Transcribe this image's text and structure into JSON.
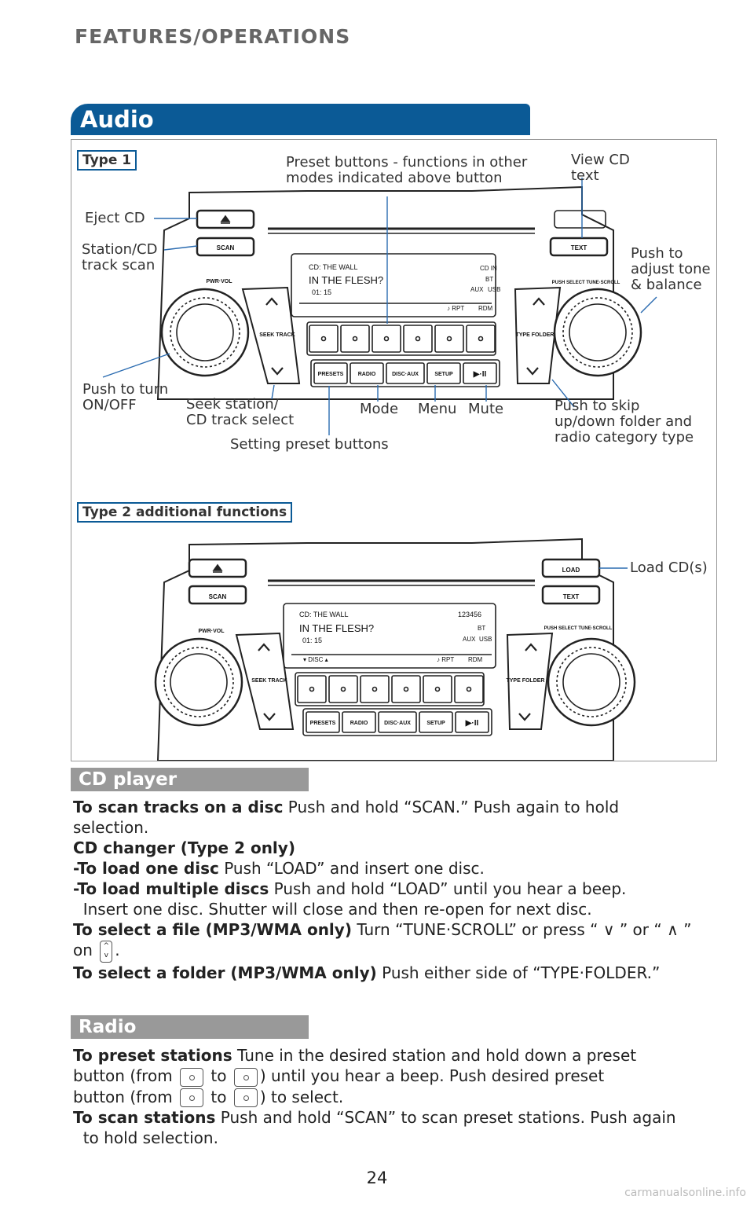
{
  "header": {
    "title": "FEATURES/OPERATIONS"
  },
  "audio": {
    "title": "Audio",
    "type1_label": "Type 1",
    "type2_label": "Type 2 additional functions",
    "labels": {
      "eject": "Eject CD",
      "scan": "Station/CD\ntrack scan",
      "preset": "Preset buttons - functions in other\nmodes indicated above button",
      "view_text": "View CD\ntext",
      "tone": "Push to\nadjust tone\n& balance",
      "power": "Push to turn\nON/OFF",
      "seek": "Seek station/\nCD track select",
      "mode": "Mode",
      "menu": "Menu",
      "mute": "Mute",
      "skip": "Push to skip\nup/down folder and\nradio category type",
      "setting": "Setting preset buttons",
      "load": "Load CD(s)"
    },
    "unit": {
      "btn_eject": "⏏",
      "btn_scan": "SCAN",
      "btn_text": "TEXT",
      "btn_load": "LOAD",
      "knob_left": "PWR·VOL",
      "knob_right": "PUSH SELECT TUNE·SCROLL",
      "seek": "SEEK TRACK",
      "type_folder": "TYPE FOLDER",
      "display_line1": "CD: THE WALL",
      "display_line2": "IN THE FLESH?",
      "display_time": "01: 15",
      "badge_cdin": "CD IN",
      "badge_bt": "BT",
      "badge_aux": "AUX",
      "badge_usb": "USB",
      "rpt": "♪ RPT",
      "rdm": "RDM",
      "disc": "▾ DISC ▴",
      "discs": "123456",
      "mode_buttons": [
        "PRESETS",
        "RADIO",
        "DISC·AUX",
        "SETUP",
        "▶·II"
      ]
    }
  },
  "cd_player": {
    "title": "CD player",
    "lines": [
      {
        "bold": "To scan tracks on a disc",
        "text": " Push and hold “SCAN.” Push again to hold"
      },
      {
        "bold": "",
        "text": "selection."
      },
      {
        "bold": "CD changer (Type 2 only)",
        "text": ""
      },
      {
        "bold": "-To load one disc",
        "text": " Push “LOAD” and insert one disc."
      },
      {
        "bold": "-To load multiple discs",
        "text": " Push and hold “LOAD” until you hear a beep."
      },
      {
        "bold": "",
        "text": "  Insert one disc. Shutter will close and then re-open for next disc."
      },
      {
        "bold": "To select a file (MP3/WMA only)",
        "text": " Turn “TUNE·SCROLL” or press “ ∨ ” or “ ∧ ”"
      },
      {
        "bold": "",
        "text": "on"
      },
      {
        "bold": "To select a folder (MP3/WMA only)",
        "text": " Push either side of “TYPE·FOLDER.”"
      }
    ]
  },
  "radio": {
    "title": "Radio",
    "preset_bold": "To preset stations",
    "preset_a": " Tune in the desired station and hold down a preset",
    "preset_b1": "button (from",
    "preset_b2": "to",
    "preset_b3": ") until you hear a beep. Push desired preset",
    "preset_c1": "button (from",
    "preset_c2": "to",
    "preset_c3": ") to select.",
    "scan_bold": "To scan stations",
    "scan_a": " Push and hold “SCAN” to scan preset stations. Push again",
    "scan_b": "  to hold selection."
  },
  "footer": {
    "page_number": "24",
    "watermark": "carmanualsonline.info"
  }
}
